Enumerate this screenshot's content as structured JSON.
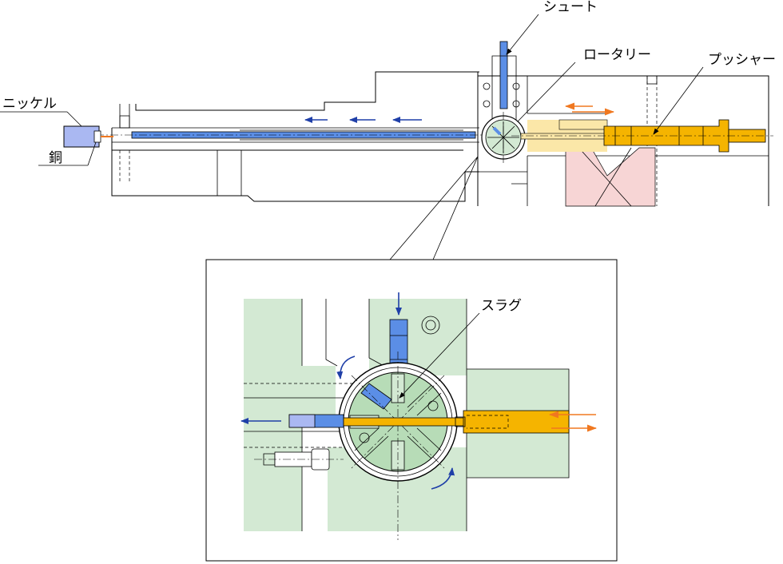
{
  "labels": {
    "nickel": "ニッケル",
    "copper": "銅",
    "chute": "シュート",
    "rotary": "ロータリー",
    "pusher": "プッシャー",
    "slug": "スラグ"
  },
  "colors": {
    "blue_part": "#5b8ee6",
    "blue_light": "#aab8f2",
    "yellow_part": "#f5b400",
    "yellow_light": "#fbe7a8",
    "green_die": "#d3e9d3",
    "pink_guard": "#f7d5d5",
    "arrow_blue": "#1f3fa8",
    "arrow_orange": "#f07820",
    "line": "#000000"
  },
  "icons": {
    "feed_arrow": "left-arrow-icon",
    "rotation_arrow": "curved-arrow-icon",
    "reciprocate_arrow": "double-arrow-icon"
  }
}
